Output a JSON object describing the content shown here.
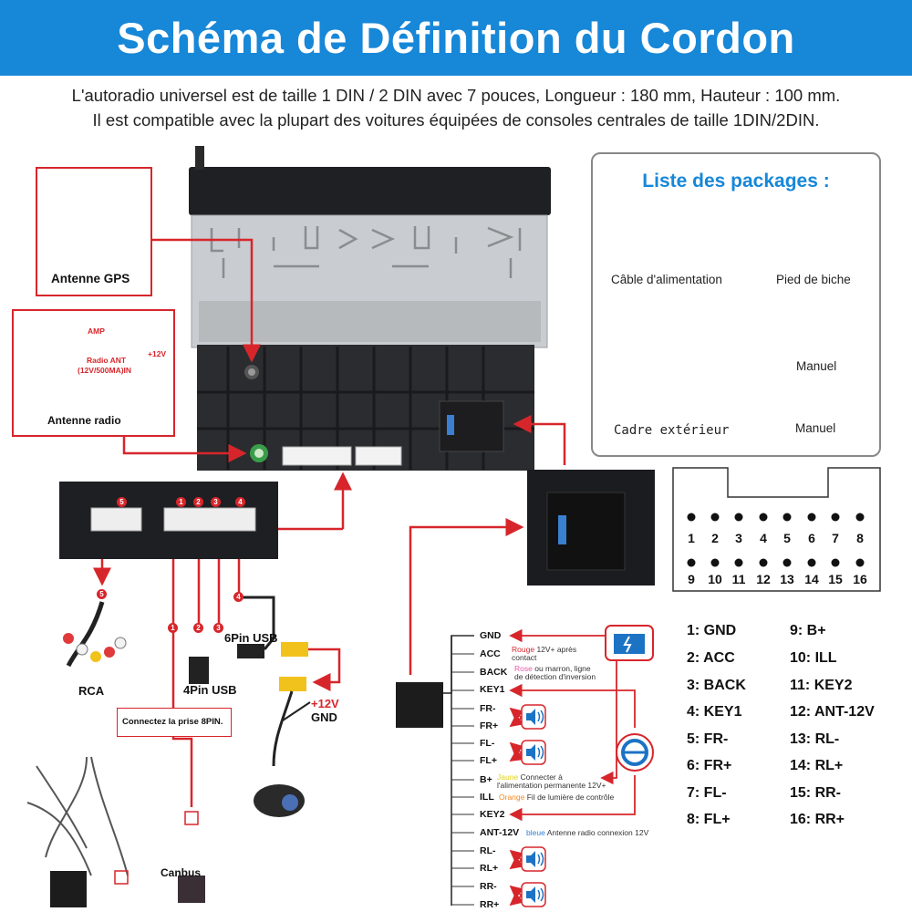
{
  "header": {
    "title": "Schéma de Définition du Cordon",
    "line1": "L'autoradio universel est de taille 1 DIN / 2 DIN avec 7 pouces, Longueur : 180 mm, Hauteur : 100 mm.",
    "line2": "Il est compatible avec la plupart des voitures équipées de consoles centrales de taille 1DIN/2DIN."
  },
  "colors": {
    "banner": "#1787d8",
    "accent_red": "#d7262b",
    "package_title": "#1787d8"
  },
  "gps": {
    "label": "Antenne GPS"
  },
  "radio_antenna": {
    "label": "Antenne radio",
    "amp": "AMP",
    "plus12": "+12V",
    "radio_ant_line1": "Radio ANT",
    "radio_ant_line2": "(12V/500MA)IN"
  },
  "packages": {
    "title": "Liste des packages :",
    "items": [
      "Câble d'alimentation",
      "Pied de biche",
      "Cadre extérieur",
      "Manuel"
    ],
    "manual_book_text": "Manuel"
  },
  "ports": {
    "markers": [
      "5",
      "1",
      "2",
      "3",
      "4"
    ],
    "rca": "RCA",
    "usb4": "4Pin USB",
    "usb6": "6Pin USB",
    "connect8pin": "Connectez la prise 8PIN.",
    "canbus": "Canbus",
    "plus12v": "+12V",
    "gnd": "GND"
  },
  "connector_pins_top": [
    "1",
    "2",
    "3",
    "4",
    "5",
    "6",
    "7",
    "8"
  ],
  "connector_pins_bottom": [
    "9",
    "10",
    "11",
    "12",
    "13",
    "14",
    "15",
    "16"
  ],
  "pin_legend_left": [
    "1:  GND",
    "2:  ACC",
    "3:  BACK",
    "4:  KEY1",
    "5:  FR-",
    "6:  FR+",
    "7:  FL-",
    "8:  FL+"
  ],
  "pin_legend_right": [
    "9:   B+",
    "10:  ILL",
    "11:  KEY2",
    "12:  ANT-12V",
    "13:  RL-",
    "14:  RL+",
    "15:  RR-",
    "16:  RR+"
  ],
  "harness": {
    "wires": [
      "GND",
      "ACC",
      "BACK",
      "KEY1",
      "FR-",
      "FR+",
      "FL-",
      "FL+",
      "B+",
      "ILL",
      "KEY2",
      "ANT-12V",
      "RL-",
      "RL+",
      "RR-",
      "RR+"
    ],
    "acc_color": "Rouge",
    "acc_note": "12V+ après",
    "acc_note2": "contact",
    "back_color": "Rose",
    "back_note": "ou marron, ligne",
    "back_note2": "de détection d'inversion",
    "bplus_color": "Jaune",
    "bplus_note": "Connecter à",
    "bplus_note2": "l'alimentation permanente 12V+",
    "ill_color": "Orange",
    "ill_note": "Fil de lumière de contrôle",
    "ant_color": "bleue",
    "ant_note": "Antenne radio connexion 12V"
  }
}
